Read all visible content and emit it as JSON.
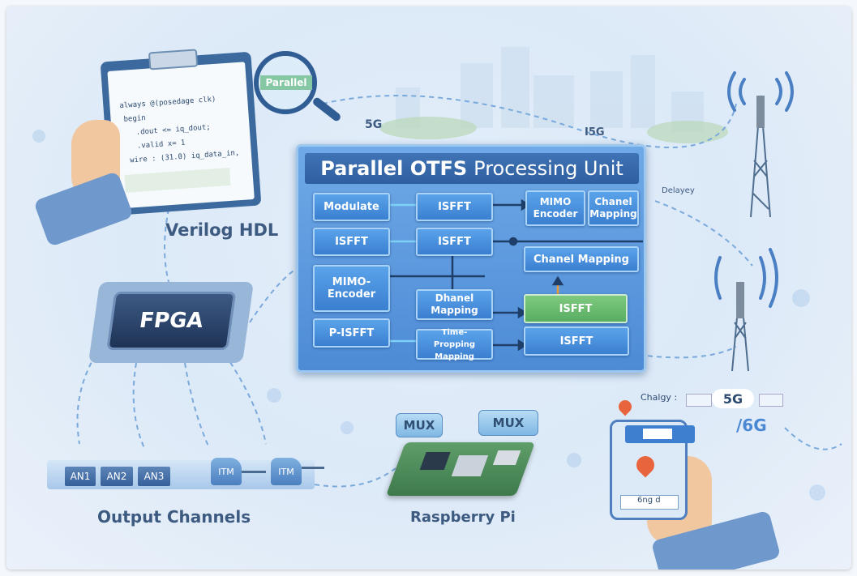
{
  "code_panel": {
    "title": "Verilog HDL",
    "lines": [
      "always @(posedage clk)",
      "begin",
      ".dout <= iq_dout;",
      ".valid x= 1",
      "wire : (31.0) iq_data_in,"
    ],
    "magnifier_label": "Parallel"
  },
  "fpga": {
    "label": "FPGA"
  },
  "network_labels": {
    "left_5g": "5G",
    "mid_5g": "I5G",
    "delay": "Delayey"
  },
  "processing_unit": {
    "title_bold": "Parallel OTFS",
    "title_rest": "Processing Unit",
    "blocks": {
      "modulate": "Modulate",
      "isfft_1": "ISFFT",
      "mimo_encoder_1": "MIMO-Encoder",
      "p_isfft": "P-ISFFT",
      "isfft_2": "ISFFT",
      "isfft_3": "ISFFT",
      "dhanel_mapping": "Dhanel Mapping",
      "time_propping": "Time-Propping Mapping",
      "mimo_encoder_2": "MIMO Encoder",
      "chanel_mapping_1": "Chanel Mapping",
      "chanel_mapping_2": "Chanel Mapping",
      "isfft_green": "ISFFT",
      "isfft_4": "ISFFT"
    }
  },
  "output_channels": {
    "title": "Output Channels",
    "channels": [
      "AN1",
      "AN2",
      "AN3"
    ],
    "itm": [
      "ITM",
      "ITM"
    ]
  },
  "raspberry": {
    "title": "Raspberry Pi",
    "mux": [
      "MUX",
      "MUX"
    ]
  },
  "mobile": {
    "popup_label": "Chalgy :",
    "badge_5g": "5G",
    "label_6g": "/6G",
    "phone_field": "6ng d"
  },
  "colors": {
    "accent": "#3b7fd0",
    "text": "#3d5a80",
    "green": "#58ad62",
    "pin": "#e8643c"
  }
}
